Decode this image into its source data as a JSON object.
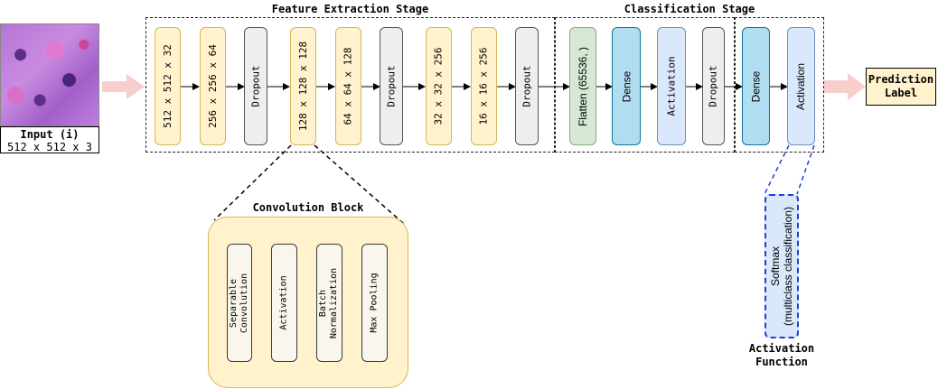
{
  "input": {
    "title": "Input (i)",
    "size": "512 x 512 x 3"
  },
  "feature_stage": {
    "title": "Feature Extraction Stage",
    "blocks": [
      "512 x 512 x 32",
      "256 x 256 x 64",
      "Dropout",
      "128 x 128 x 128",
      "64 x 64 x 128",
      "Dropout",
      "32 x 32 x 256",
      "16 x 16 x 256",
      "Dropout"
    ]
  },
  "classification_stage": {
    "title": "Classification Stage",
    "blocks": [
      "Flatten (65536, )",
      "Dense",
      "Activation",
      "Dropout",
      "Dense",
      "Activation"
    ]
  },
  "output": {
    "label": "Prediction\nLabel"
  },
  "conv_block": {
    "title": "Convolution Block",
    "steps": [
      "Separable\nConvolution",
      "Activation",
      "Batch\nNormalization",
      "Max Pooling"
    ]
  },
  "activation_function": {
    "content": "Softmax\n(multiclass classification)",
    "title": "Activation\nFunction"
  }
}
